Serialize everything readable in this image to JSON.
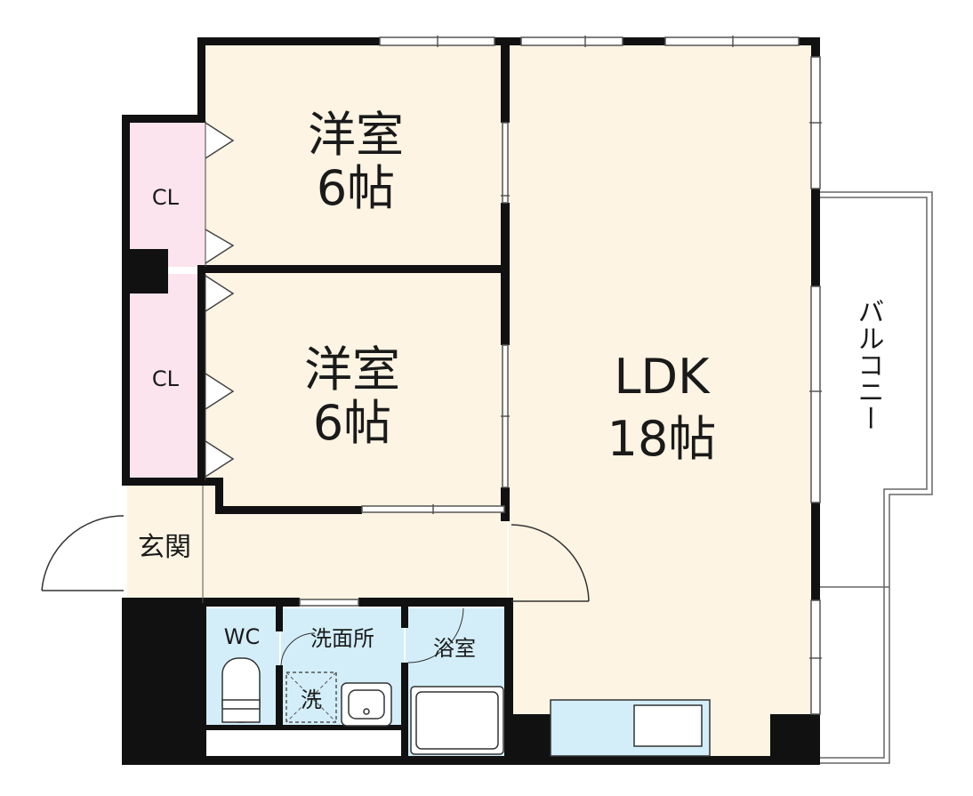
{
  "rooms": {
    "bedroom1": {
      "name": "洋室",
      "size": "6帖"
    },
    "bedroom2": {
      "name": "洋室",
      "size": "6帖"
    },
    "ldk": {
      "name": "LDK",
      "size": "18帖"
    },
    "closet1": "CL",
    "closet2": "CL",
    "entrance": "玄関",
    "toilet": "WC",
    "washroom": "洗面所",
    "laundry": "洗",
    "bathroom": "浴室",
    "balcony": "バルコニー"
  },
  "colors": {
    "room_floor": "#fdf4e3",
    "closet": "#fce4ee",
    "wet_area": "#d3eef9",
    "wall": "#111111"
  }
}
